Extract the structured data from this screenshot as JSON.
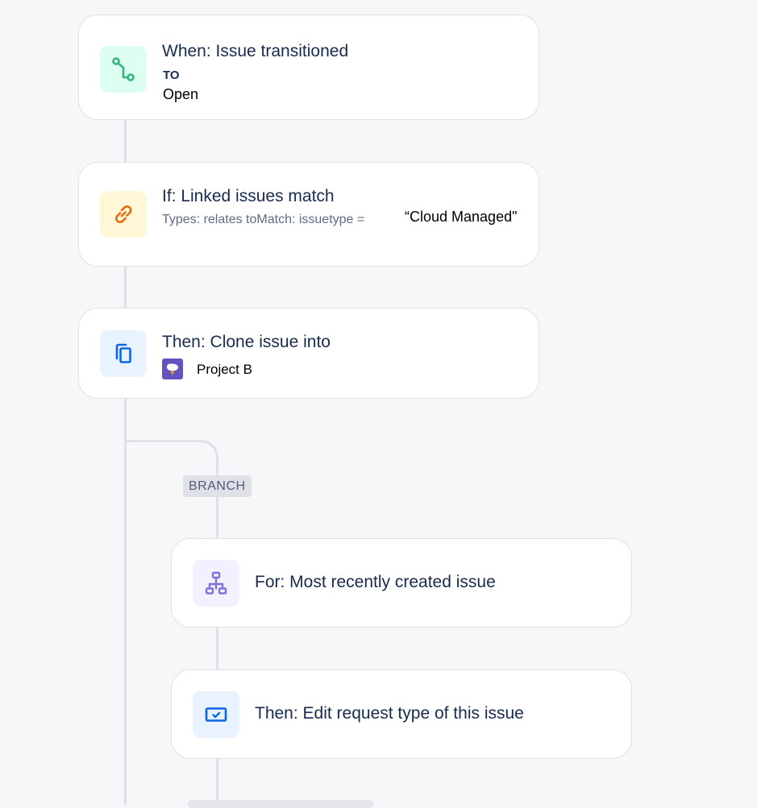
{
  "steps": {
    "trigger": {
      "title": "When: Issue transitioned",
      "to_label": "TO",
      "status": "Open",
      "icon": "transition-icon"
    },
    "condition": {
      "title": "If: Linked issues match",
      "details": "Types: relates toMatch: issuetype =",
      "value": "“Cloud Managed\"",
      "icon": "link-icon"
    },
    "clone": {
      "title": "Then: Clone issue into",
      "project": "Project B",
      "icon": "clone-icon"
    },
    "branch": {
      "label": "BRANCH"
    },
    "for_each": {
      "title": "For: Most recently created issue",
      "icon": "hierarchy-icon"
    },
    "edit": {
      "title": "Then: Edit request type of this issue",
      "icon": "request-type-icon"
    }
  },
  "colors": {
    "background": "#f6f7f9",
    "card_border": "#dfe1e6",
    "trigger_accent": "#36b37e",
    "condition_accent": "#ff8b00",
    "action_accent": "#2684ff",
    "branch_accent": "#8777d9"
  }
}
